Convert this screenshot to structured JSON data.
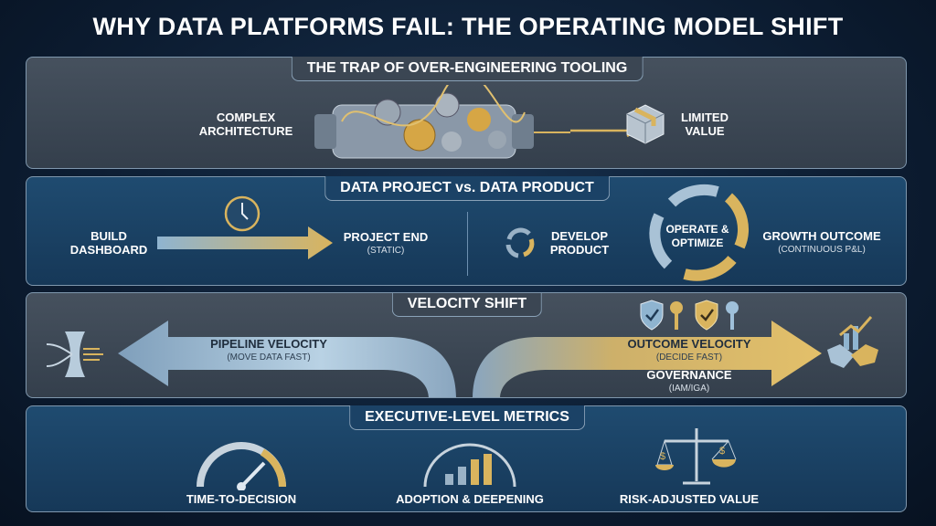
{
  "title": "WHY DATA PLATFORMS FAIL: THE OPERATING MODEL SHIFT",
  "section1": {
    "heading": "THE TRAP OF OVER-ENGINEERING TOOLING",
    "left_label": "COMPLEX ARCHITECTURE",
    "right_label": "LIMITED VALUE"
  },
  "section2": {
    "heading": "DATA PROJECT vs. DATA PRODUCT",
    "build": "BUILD DASHBOARD",
    "project_end": "PROJECT END",
    "project_end_sub": "(STATIC)",
    "develop": "DEVELOP PRODUCT",
    "operate": "OPERATE & OPTIMIZE",
    "growth": "GROWTH OUTCOME",
    "growth_sub": "(CONTINUOUS P&L)"
  },
  "section3": {
    "heading": "VELOCITY SHIFT",
    "pipeline": "PIPELINE VELOCITY",
    "pipeline_sub": "(MOVE DATA FAST)",
    "outcome": "OUTCOME VELOCITY",
    "outcome_sub": "(DECIDE FAST)",
    "governance": "GOVERNANCE",
    "governance_sub": "(IAM/IGA)"
  },
  "section4": {
    "heading": "EXECUTIVE-LEVEL METRICS",
    "metrics": [
      "TIME-TO-DECISION",
      "ADOPTION & DEEPENING",
      "RISK-ADJUSTED VALUE"
    ]
  },
  "colors": {
    "gold": "#d9b45e",
    "blue": "#8fb4d0",
    "bg": "#0b1a2e"
  }
}
